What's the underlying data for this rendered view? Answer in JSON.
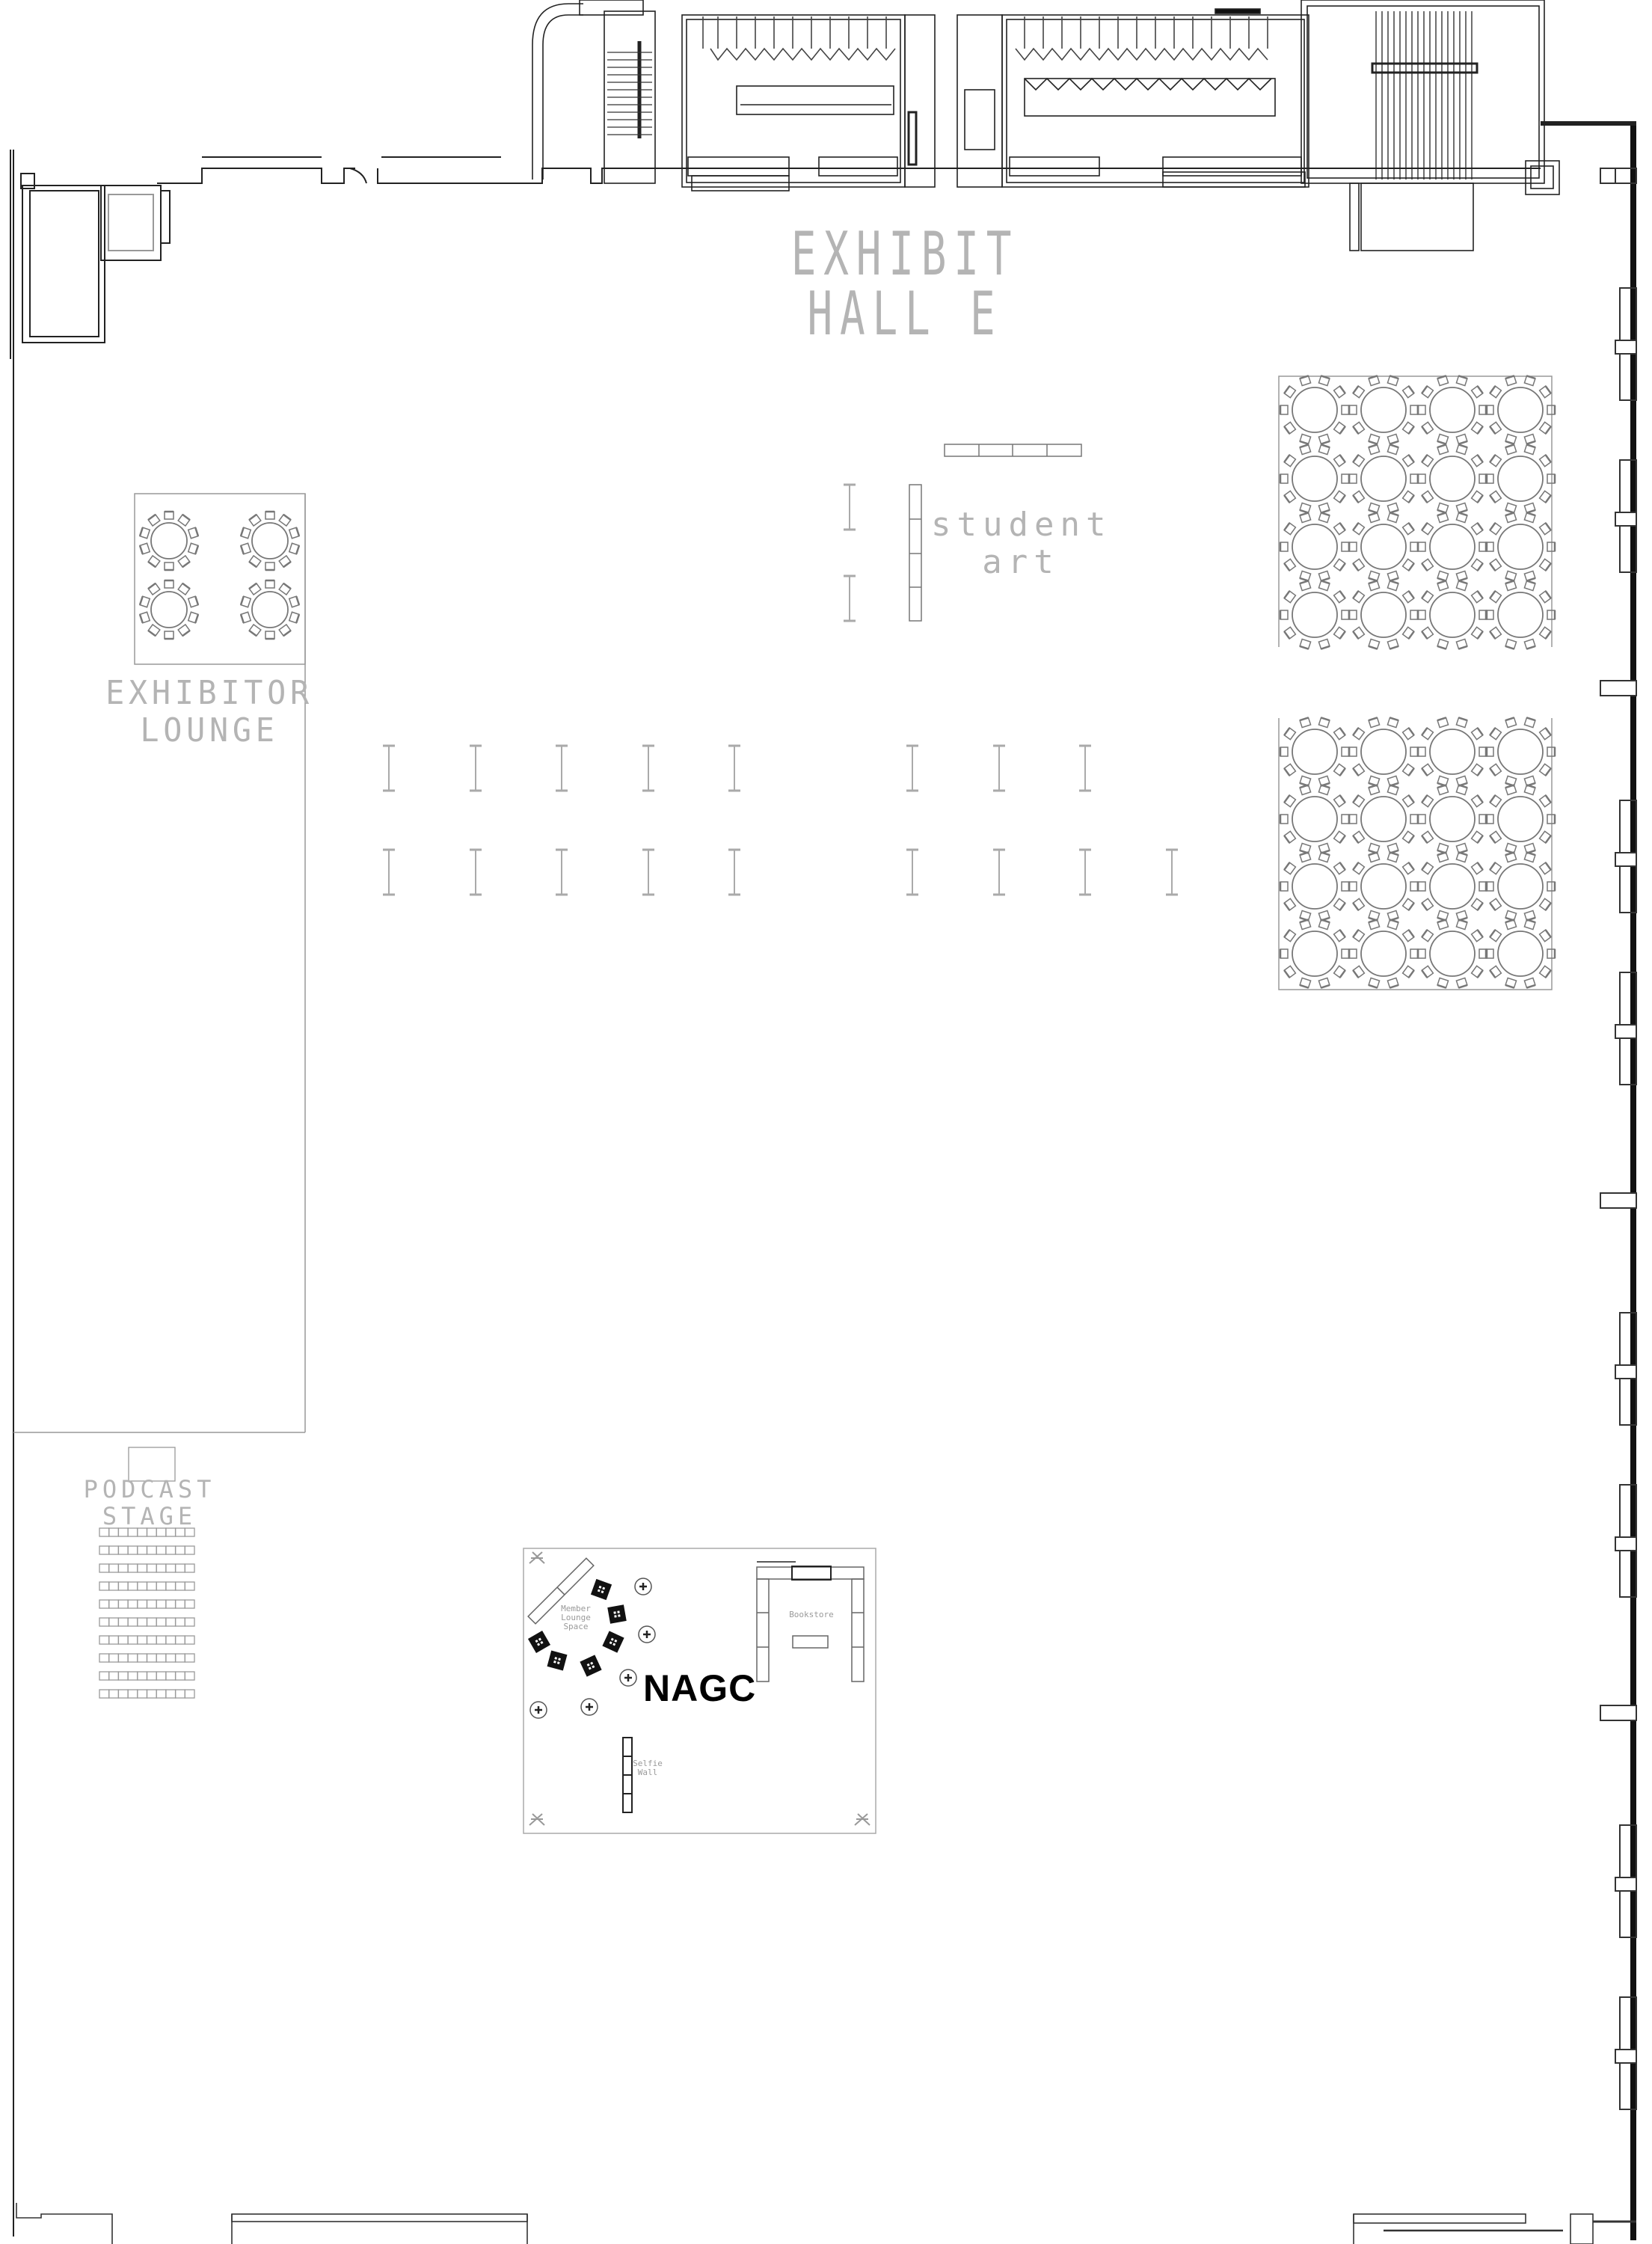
{
  "floorplan": {
    "hall_title": "EXHIBIT HALL E",
    "areas": {
      "exhibitor_lounge": {
        "label_line1": "EXHIBITOR",
        "label_line2": "LOUNGE",
        "tables": 4
      },
      "podcast_stage": {
        "label_line1": "PODCAST",
        "label_line2": "STAGE",
        "seat_rows": 10,
        "seats_per_row": 10
      },
      "student_art": {
        "label_line1": "student",
        "label_line2": "art"
      },
      "dining_upper": {
        "tables": 16,
        "rows": 4,
        "cols": 4
      },
      "dining_lower": {
        "tables": 16,
        "rows": 4,
        "cols": 4
      }
    },
    "nagc_booth": {
      "title": "NAGC",
      "member_lounge": {
        "line1": "Member",
        "line2": "Lounge",
        "line3": "Space"
      },
      "bookstore": "Bookstore",
      "selfie_wall": {
        "line1": "Selfie",
        "line2": "Wall"
      }
    },
    "colors": {
      "wall": "#000000",
      "furniture": "#7a7a7a",
      "label": "#b4b4b4",
      "background": "#ffffff"
    }
  }
}
